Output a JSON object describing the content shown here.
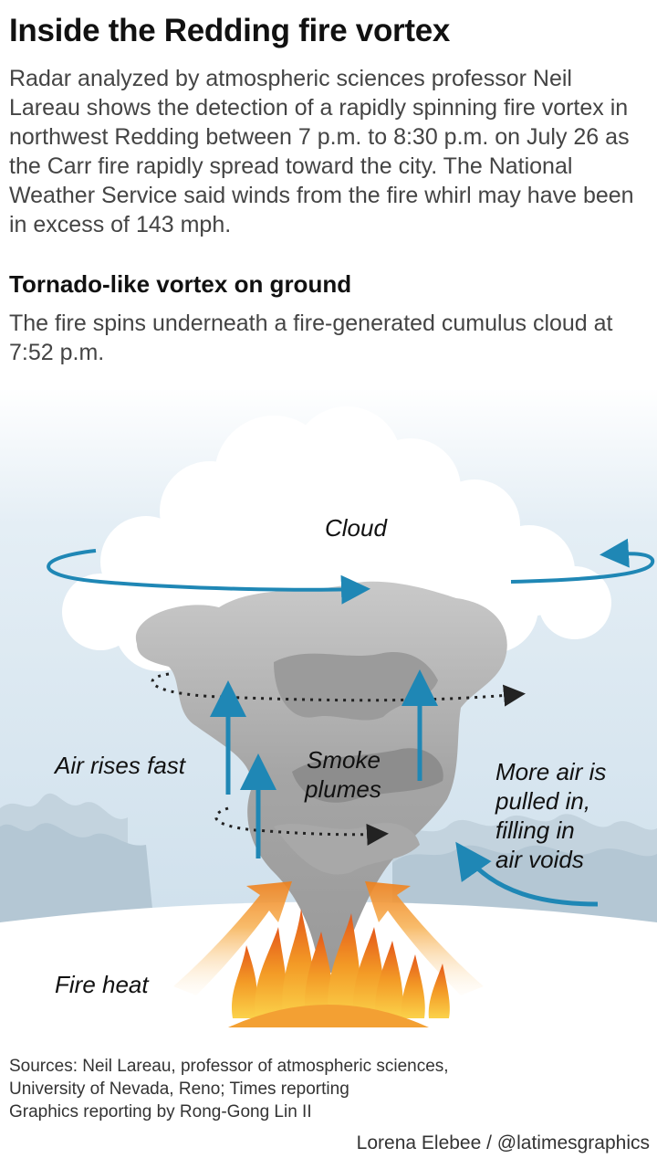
{
  "header": {
    "title": "Inside the Redding fire vortex",
    "intro": "Radar analyzed by atmospheric sciences professor Neil Lareau shows the detection of a rapidly spinning fire vortex in northwest Redding between 7 p.m. to 8:30 p.m. on July 26 as the Carr fire rapidly spread toward the city. The National Weather Service said winds from the fire whirl may have been in excess of 143 mph."
  },
  "section": {
    "heading": "Tornado-like vortex on ground",
    "text": "The fire spins underneath a fire-generated cumulus cloud at 7:52 p.m."
  },
  "diagram": {
    "labels": {
      "cloud": "Cloud",
      "air_rises": "Air rises fast",
      "smoke_1": "Smoke",
      "smoke_2": "plumes",
      "pulled_1": "More air is",
      "pulled_2": "pulled in,",
      "pulled_3": "filling in",
      "pulled_4": "air voids",
      "fire_heat": "Fire heat"
    },
    "colors": {
      "arrow_blue": "#1f87b5",
      "cloud_white": "#ffffff",
      "smoke_gray": "#8f8f8f",
      "fire_orange": "#f08a24",
      "sky_blue": "#dbe9f2"
    }
  },
  "footer": {
    "sources_1": "Sources: Neil Lareau, professor of atmospheric sciences,",
    "sources_2": "University of Nevada, Reno; Times reporting",
    "sources_3": "Graphics reporting by Rong-Gong Lin II",
    "credit": "Lorena Elebee / @latimesgraphics"
  }
}
